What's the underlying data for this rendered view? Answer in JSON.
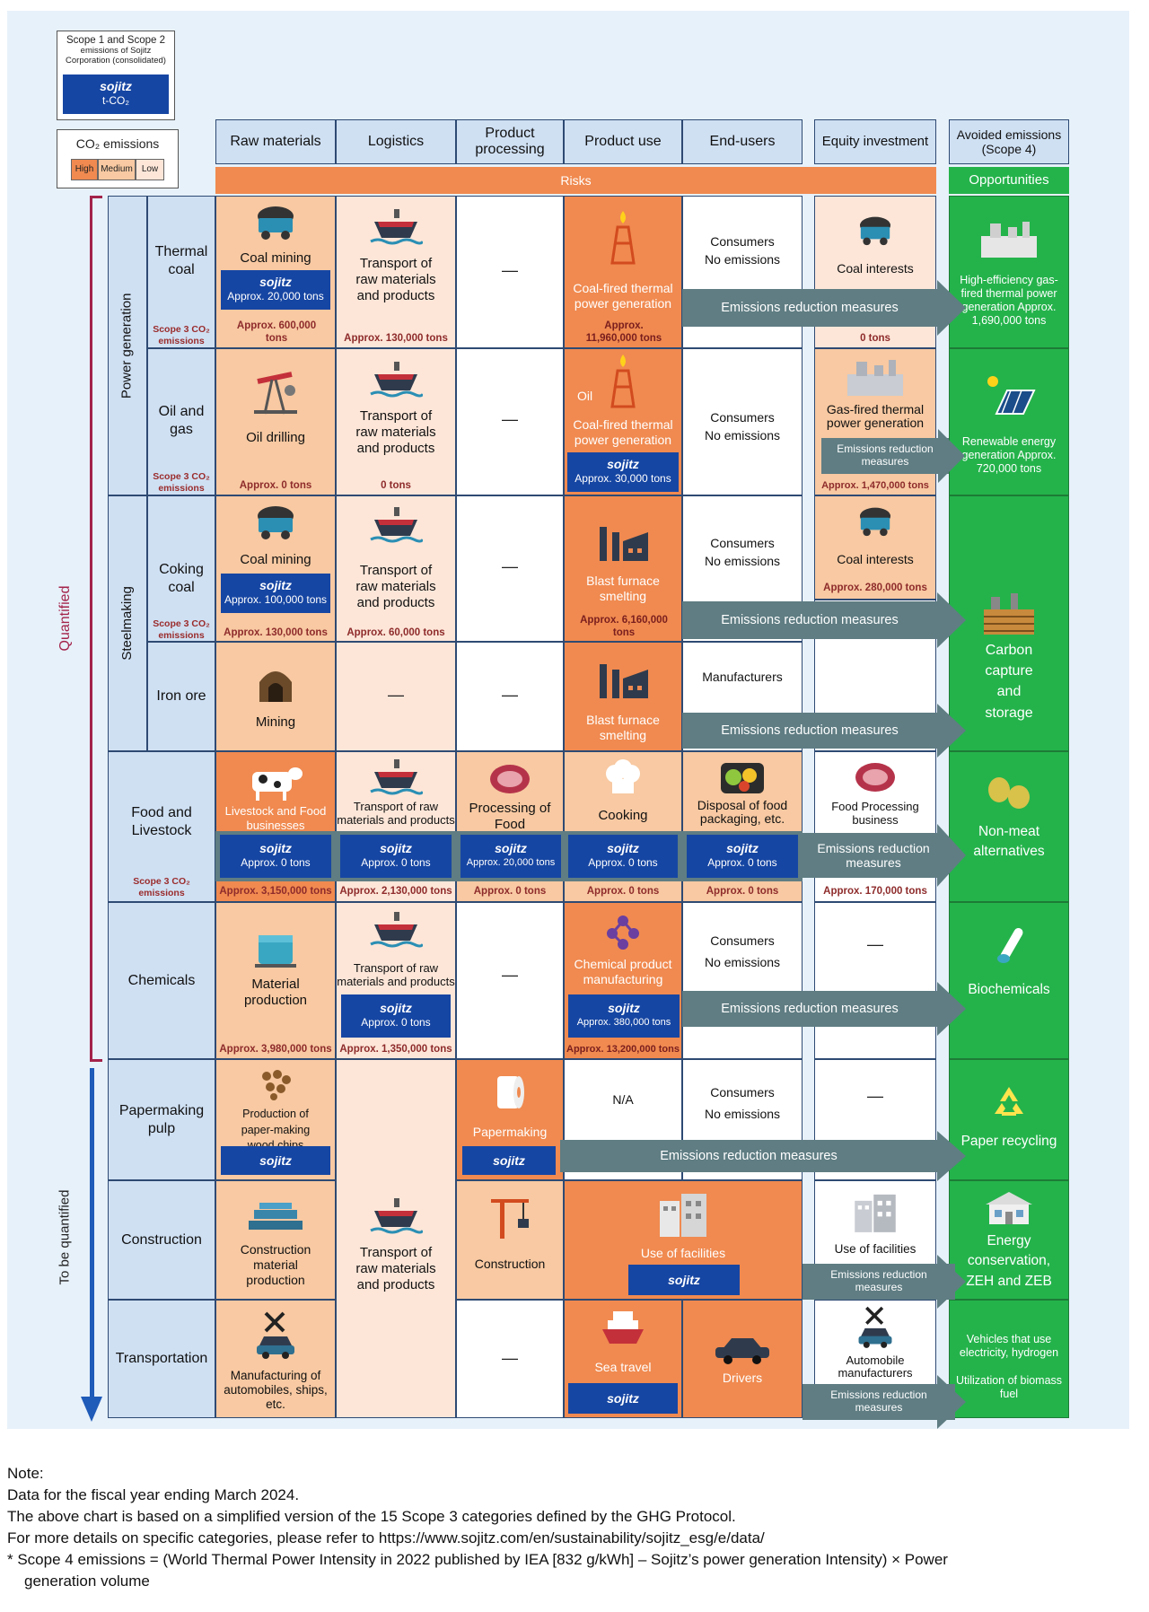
{
  "legend": {
    "scope_title": "Scope 1 and Scope 2",
    "scope_sub": "emissions of Sojitz Corporation (consolidated)",
    "brand": "sojitz",
    "unit": "t-CO₂",
    "co2_title": "CO₂ emissions",
    "levels": [
      "High",
      "Medium",
      "Low"
    ]
  },
  "headers": {
    "raw_materials": "Raw materials",
    "logistics": "Logistics",
    "product_processing": "Product processing",
    "product_use": "Product use",
    "end_users": "End-users",
    "equity_investment": "Equity investment",
    "avoided": "Avoided emissions (Scope 4)",
    "risks": "Risks",
    "opportunities": "Opportunities"
  },
  "side": {
    "quantified": "Quantified",
    "to_be_quantified": "To be quantified",
    "power_generation": "Power generation",
    "steelmaking": "Steelmaking"
  },
  "common": {
    "dash": "—",
    "scope3": "Scope 3 CO₂ emissions",
    "brand": "sojitz",
    "consumers": "Consumers",
    "no_emissions": "No emissions",
    "erm": "Emissions reduction measures"
  },
  "rows": {
    "thermal": {
      "cat": "Thermal coal",
      "raw": "Coal mining",
      "raw_sj": "Approx. 20,000 tons",
      "raw_val": "Approx. 600,000 tons",
      "log": "Transport of raw materials and products",
      "log_val": "Approx. 130,000 tons",
      "use": "Coal-fired thermal power generation",
      "use_val": "Approx. 11,960,000 tons",
      "eq": "Coal interests",
      "eq_val": "0 tons",
      "opp": "High-efficiency gas-fired thermal power generation Approx. 1,690,000 tons"
    },
    "oil": {
      "cat": "Oil and gas",
      "raw": "Oil drilling",
      "raw_val": "Approx. 0 tons",
      "log": "Transport of raw materials and products",
      "log_val": "0 tons",
      "use_pre": "Oil",
      "use": "Coal-fired thermal power generation",
      "use_sj": "Approx. 30,000 tons",
      "eq": "Gas-fired thermal power generation",
      "eq_val": "Approx. 1,470,000 tons",
      "opp": "Renewable energy generation Approx. 720,000 tons"
    },
    "coking": {
      "cat": "Coking coal",
      "raw": "Coal mining",
      "raw_sj": "Approx. 100,000 tons",
      "raw_val": "Approx. 130,000 tons",
      "log": "Transport of raw materials and products",
      "log_val": "Approx. 60,000 tons",
      "use": "Blast furnace smelting",
      "use_val": "Approx. 6,160,000 tons",
      "eq": "Coal interests",
      "eq_val": "Approx. 280,000 tons"
    },
    "iron": {
      "cat": "Iron ore",
      "raw": "Mining",
      "use": "Blast furnace smelting",
      "end": "Manufacturers",
      "opp": "Carbon capture and storage"
    },
    "food": {
      "cat": "Food and Livestock",
      "raw": "Livestock and Food businesses",
      "raw_sj": "Approx. 0 tons",
      "raw_val": "Approx. 3,150,000 tons",
      "log": "Transport of raw materials and products",
      "log_sj": "Approx. 0 tons",
      "log_val": "Approx. 2,130,000 tons",
      "proc": "Processing of Food",
      "proc_sj": "Approx. 20,000 tons",
      "proc_val": "Approx. 0 tons",
      "use": "Cooking",
      "use_sj": "Approx. 0 tons",
      "use_val": "Approx. 0 tons",
      "end": "Disposal of food packaging, etc.",
      "end_sj": "Approx. 0 tons",
      "end_val": "Approx. 0 tons",
      "eq": "Food Processing business",
      "eq_val": "Approx. 170,000 tons",
      "opp": "Non-meat alternatives"
    },
    "chem": {
      "cat": "Chemicals",
      "raw": "Material production",
      "raw_val": "Approx. 3,980,000 tons",
      "log": "Transport of raw materials and products",
      "log_sj": "Approx. 0 tons",
      "log_val": "Approx. 1,350,000 tons",
      "use": "Chemical product manufacturing",
      "use_sj": "Approx. 380,000 tons",
      "use_val": "Approx. 13,200,000 tons",
      "opp": "Biochemicals"
    },
    "paper": {
      "cat": "Papermaking pulp",
      "raw": "Production of paper-making wood chips",
      "proc": "Papermaking",
      "use": "N/A",
      "opp": "Paper recycling"
    },
    "constr": {
      "cat": "Construction",
      "raw": "Construction material production",
      "log": "Transport of raw materials and products",
      "proc": "Construction",
      "use": "Use of facilities",
      "eq": "Use of facilities",
      "opp": "Energy conservation, ZEH and ZEB"
    },
    "trans": {
      "cat": "Transportation",
      "raw": "Manufacturing of automobiles, ships, etc.",
      "use": "Sea travel",
      "end": "Drivers",
      "eq": "Automobile manufacturers",
      "opp1": "Vehicles that use electricity, hydrogen",
      "opp2": "Utilization of biomass fuel"
    }
  },
  "notes": [
    "Note:",
    "Data for the fiscal year ending March 2024.",
    "The above chart is based on a simplified version of the 15 Scope 3 categories defined by the GHG Protocol.",
    "For more details on specific categories, please refer to https://www.sojitz.com/en/sustainability/sojitz_esg/e/data/",
    "* Scope 4 emissions = (World Thermal Power Intensity in 2022 published by IEA [832 g/kWh] – Sojitz’s power generation Intensity) × Power",
    "generation volume"
  ]
}
